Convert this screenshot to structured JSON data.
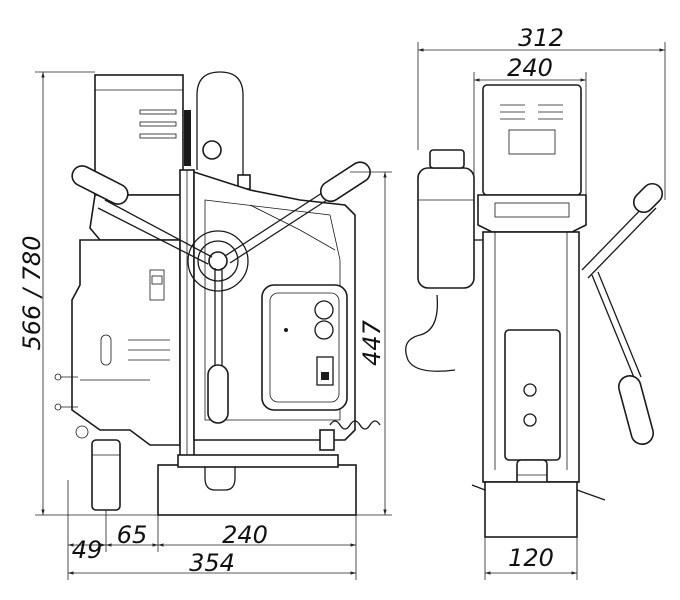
{
  "dimensions": {
    "overall_height": "566 / 780",
    "column_height": "447",
    "top_width_total": "312",
    "top_width_body": "240",
    "bottom_offset_a": "49",
    "bottom_offset_b": "65",
    "base_width": "240",
    "overall_length": "354",
    "base_width_side": "120"
  },
  "colors": {
    "line": "#1a1a1a",
    "background": "#ffffff"
  }
}
